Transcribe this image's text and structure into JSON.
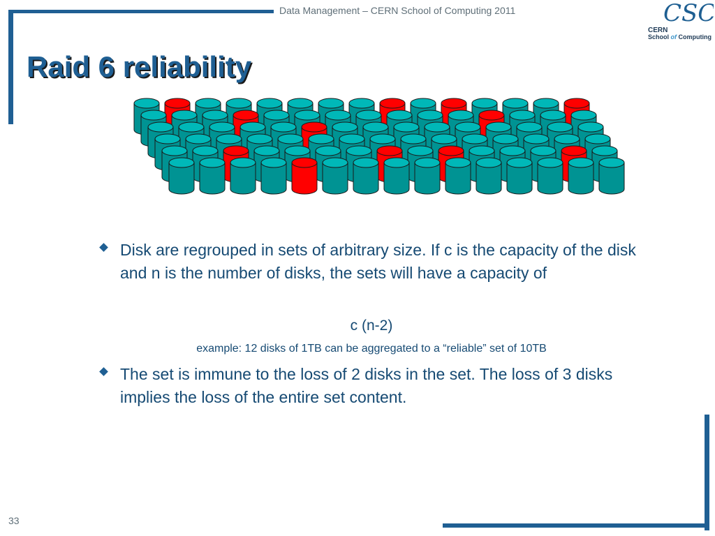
{
  "header": {
    "text": "Data Management – CERN School of Computing 2011"
  },
  "logo": {
    "monogram": "CSC",
    "line1": "CERN",
    "line2_a": "School ",
    "line2_of": "of",
    "line2_b": " Computing"
  },
  "slide": {
    "title": "Raid 6 reliability",
    "number": "33"
  },
  "disk_grid": {
    "rows": 6,
    "columns": 15,
    "disk_color": "#009393",
    "failed_disk_color": "#ff0000",
    "failed_disks": [
      [
        0,
        1
      ],
      [
        0,
        8
      ],
      [
        0,
        10
      ],
      [
        0,
        14
      ],
      [
        1,
        3
      ],
      [
        1,
        11
      ],
      [
        2,
        5
      ],
      [
        4,
        2
      ],
      [
        4,
        7
      ],
      [
        4,
        9
      ],
      [
        4,
        13
      ],
      [
        5,
        4
      ]
    ]
  },
  "content": {
    "bullet1": "Disk are regrouped in sets of arbitrary size. If c is the capacity of the disk and n is the number of disks, the sets will have a capacity of",
    "formula": "c (n-2)",
    "example": "example: 12 disks of 1TB can be aggregated to a “reliable” set of 10TB",
    "bullet2": "The set is immune to the loss of 2 disks in the set. The loss of 3 disks implies the loss of the entire set content."
  },
  "colors": {
    "frame": "#1f5f93",
    "text": "#164a73",
    "title": "#1f5f93"
  }
}
